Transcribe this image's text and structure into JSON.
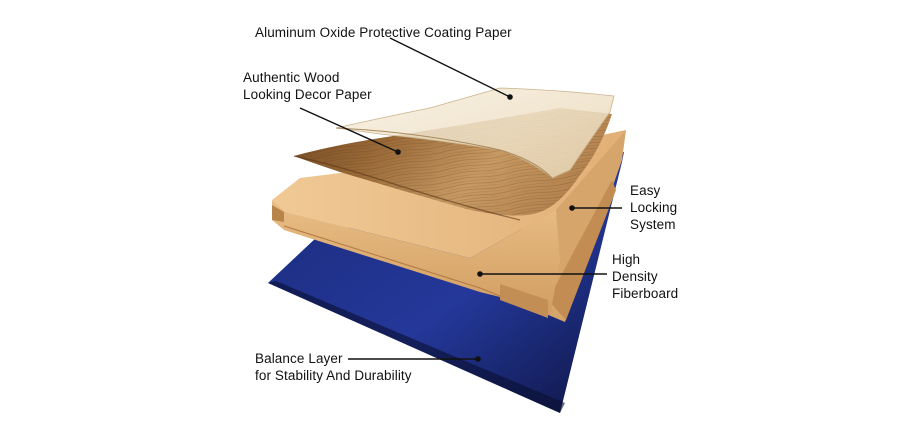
{
  "labels": {
    "coating": "Aluminum Oxide Protective Coating Paper",
    "decor_line1": "Authentic Wood",
    "decor_line2": "Looking Decor Paper",
    "locking_line1": "Easy",
    "locking_line2": "Locking",
    "locking_line3": "System",
    "hdf_line1": "High",
    "hdf_line2": "Density",
    "hdf_line3": "Fiberboard",
    "balance_line1": "Balance Layer",
    "balance_line2": "for Stability And Durability"
  },
  "colors": {
    "balance_layer": "#1c2a6e",
    "balance_layer_edge": "#0a0f30",
    "fiberboard": "#e2b680",
    "fiberboard_side": "#c9955d",
    "decor_dark": "#8a5a2b",
    "decor_light": "#c99a62",
    "coating": "#f3ead8",
    "leader_line": "#111111"
  }
}
